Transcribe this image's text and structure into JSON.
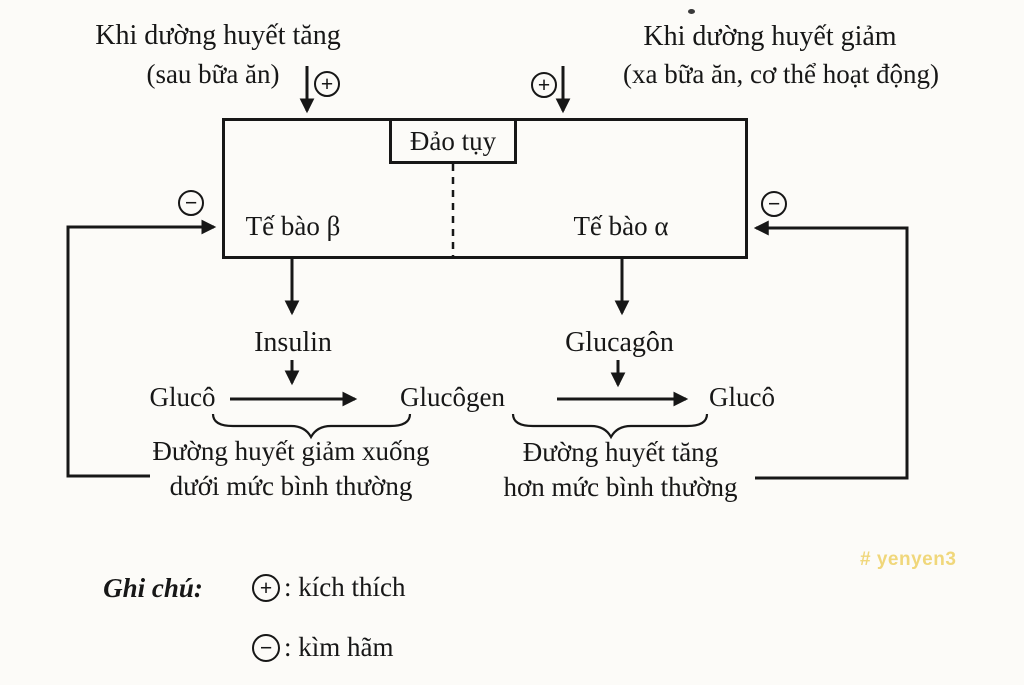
{
  "page": {
    "ink_color": "#171717",
    "background_color": "#fcfbf8",
    "watermark_color": "#f0d77b"
  },
  "top_left": {
    "line1": "Khi dường huyết tăng",
    "line2": "(sau bữa ăn)"
  },
  "top_right": {
    "line1": "Khi dường huyết giảm",
    "line2": "(xa bữa ăn, cơ thể hoạt động)"
  },
  "pancreas": {
    "islet_label": "Đảo tụy",
    "beta_cell": "Tế bào β",
    "alpha_cell": "Tế bào α"
  },
  "left_pathway": {
    "hormone": "Insulin",
    "substrate_from": "Glucô",
    "result_line1": "Đường huyết giảm xuống",
    "result_line2": "dưới mức bình thường"
  },
  "center": {
    "glycogen": "Glucôgen"
  },
  "right_pathway": {
    "hormone": "Glucagôn",
    "substrate_to": "Glucô",
    "result_line1": "Đường huyết tăng",
    "result_line2": "hơn mức bình thường"
  },
  "symbols": {
    "plus": "+",
    "minus": "−"
  },
  "legend": {
    "title": "Ghi chú:",
    "stimulate_label": ": kích thích",
    "inhibit_label": ": kìm hãm"
  },
  "watermark": "# yenyen3"
}
